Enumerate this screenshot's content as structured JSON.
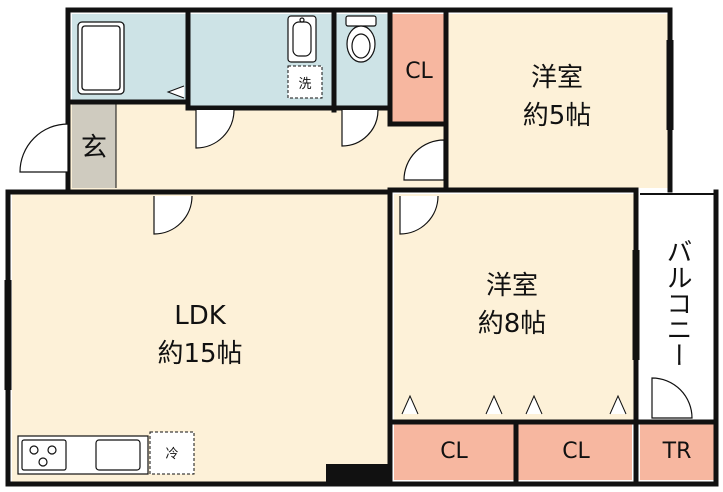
{
  "colors": {
    "room_fill": "#fdf1d8",
    "wet_fill": "#cde3e6",
    "closet_fill": "#f7b7a0",
    "entry_fill": "#cfcbbf",
    "wall": "#111111",
    "background": "#ffffff"
  },
  "rooms": {
    "western_small": {
      "name": "洋室",
      "size": "約5帖"
    },
    "western_large": {
      "name": "洋室",
      "size": "約8帖"
    },
    "ldk": {
      "name": "LDK",
      "size": "約15帖"
    },
    "entrance": {
      "label": "玄"
    },
    "closet_top": {
      "label": "CL"
    },
    "closet_bottom_left": {
      "label": "CL"
    },
    "closet_bottom_right": {
      "label": "CL"
    },
    "trunk_room": {
      "label": "TR"
    },
    "balcony": {
      "label": "バルコニー"
    }
  },
  "fixtures": {
    "washer": {
      "label": "洗"
    },
    "fridge": {
      "label": "冷"
    }
  },
  "icons": [
    "bathtub-icon",
    "washbasin-icon",
    "toilet-icon",
    "stove-icon",
    "sink-icon",
    "door-swing-icon"
  ]
}
